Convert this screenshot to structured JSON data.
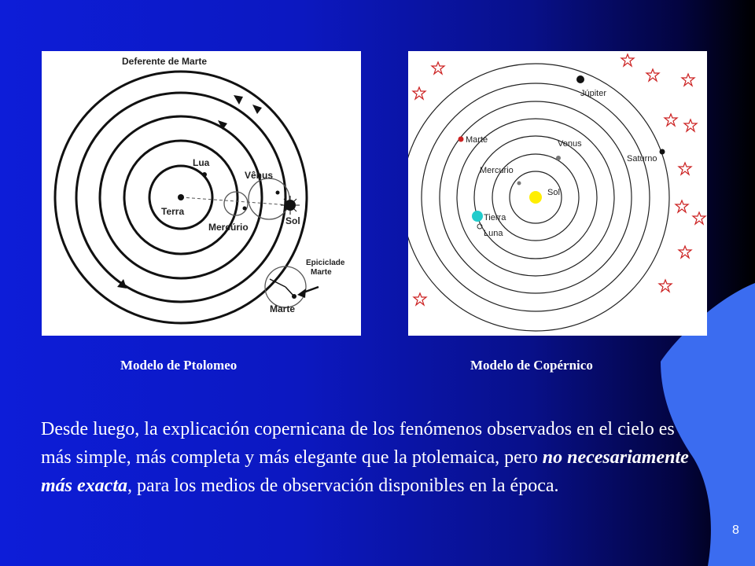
{
  "ptolemy_diagram": {
    "labels": {
      "deferent": "Deferente de Marte",
      "moon": "Lua",
      "venus": "Vênus",
      "earth": "Terra",
      "mercury": "Mercúrio",
      "sun": "Sol",
      "epicycle_line1": "Epiciclade",
      "epicycle_line2": "Marte",
      "mars": "Marte"
    }
  },
  "copernicus_diagram": {
    "labels": {
      "jupiter": "Júpiter",
      "mars": "Marte",
      "venus": "Venus",
      "saturn": "Saturno",
      "mercury": "Mercurio",
      "sun": "Sol",
      "earth": "Tierra",
      "moon": "Luna"
    },
    "colors": {
      "sun": "#ffee00",
      "earth": "#22cccc",
      "mars": "#cc2222",
      "stars": "#cc2222"
    }
  },
  "captions": {
    "ptolemy": "Modelo de Ptolomeo",
    "copernicus": "Modelo de Copérnico"
  },
  "body": {
    "text_before": "Desde luego, la explicación copernicana de los fenómenos observados en el cielo es más simple, más completa y más elegante que la ptolemaica, pero ",
    "text_emphasis": "no necesariamente más exacta",
    "text_after": ", para los medios de observación disponibles en la época."
  },
  "page_number": "8",
  "theme": {
    "background": "#0c18c0",
    "accent": "#3366ff"
  }
}
